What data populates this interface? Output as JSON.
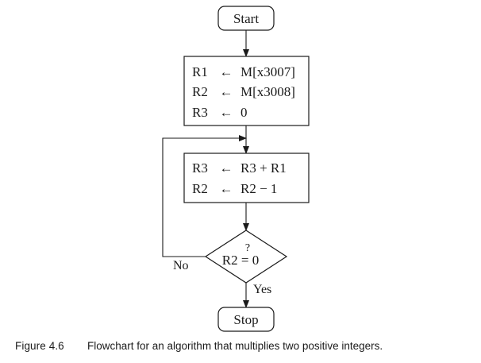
{
  "flowchart": {
    "start_label": "Start",
    "stop_label": "Stop",
    "init_block": {
      "rows": [
        {
          "reg": "R1",
          "arrow": "←",
          "expr": "M[x3007]"
        },
        {
          "reg": "R2",
          "arrow": "←",
          "expr": "M[x3008]"
        },
        {
          "reg": "R3",
          "arrow": "←",
          "expr": "0"
        }
      ]
    },
    "loop_block": {
      "rows": [
        {
          "reg": "R3",
          "arrow": "←",
          "expr": "R3 + R1"
        },
        {
          "reg": "R2",
          "arrow": "←",
          "expr": "R2 − 1"
        }
      ]
    },
    "decision": {
      "question_mark": "?",
      "condition": "R2 = 0",
      "yes_label": "Yes",
      "no_label": "No"
    }
  },
  "caption": {
    "label": "Figure 4.6",
    "text": "Flowchart for an algorithm that multiplies two positive integers."
  }
}
